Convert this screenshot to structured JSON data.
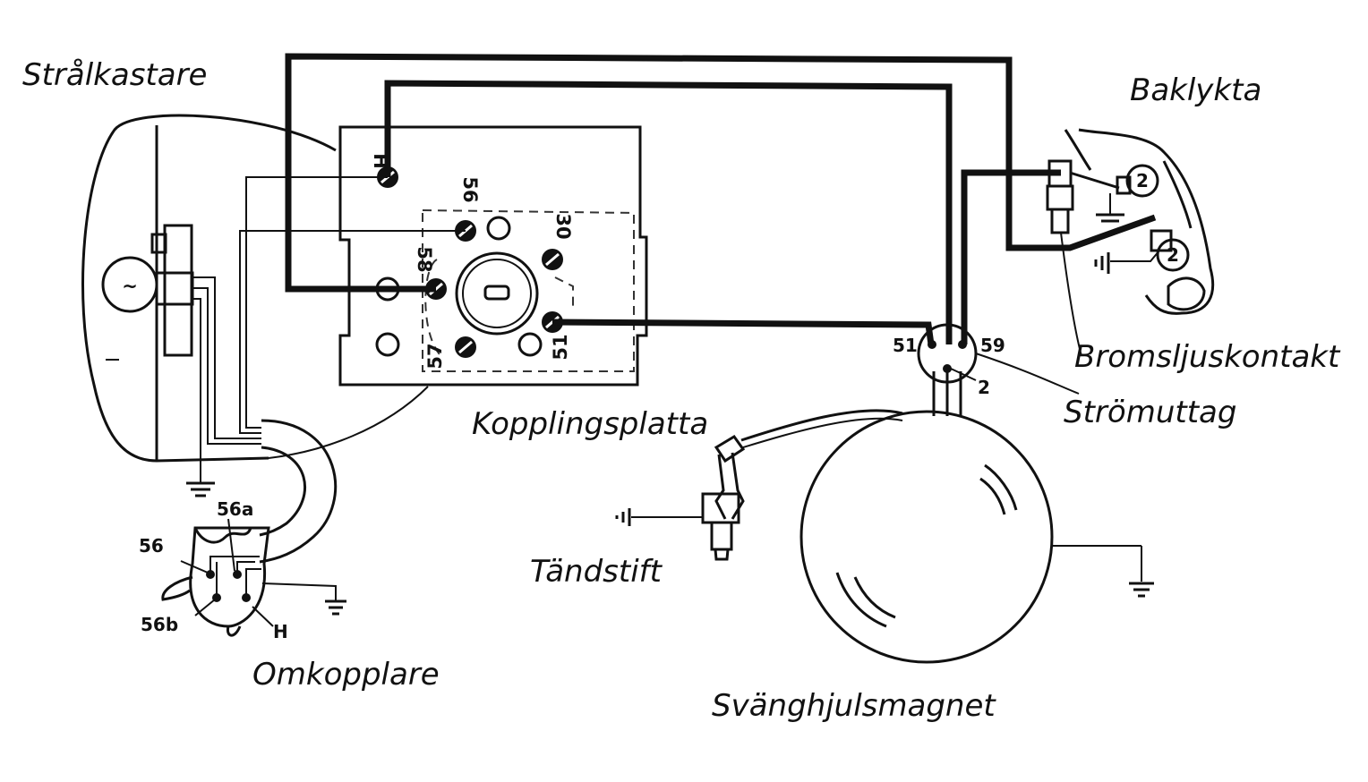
{
  "labels": {
    "headlight": "Strålkastare",
    "tail_light": "Baklykta",
    "coupling_plate": "Kopplingsplatta",
    "brake_light_switch": "Bromsljuskontakt",
    "power_outlet": "Strömuttag",
    "spark_plug": "Tändstift",
    "switch": "Omkopplare",
    "flywheel_magneto": "Svänghjulsmagnet"
  },
  "coupling_terminals": {
    "h": "H",
    "t56": "56",
    "t30": "30",
    "t58": "58",
    "t57": "57",
    "t51": "51"
  },
  "outlet_terminals": {
    "t51": "51",
    "t59": "59",
    "t2": "2"
  },
  "switch_terminals": {
    "t56": "56",
    "t56a": "56a",
    "t56b": "56b",
    "h": "H"
  },
  "lamp_symbols": {
    "headlamp": "~",
    "tail_bulb_upper": "2",
    "tail_bulb_lower": "2"
  }
}
